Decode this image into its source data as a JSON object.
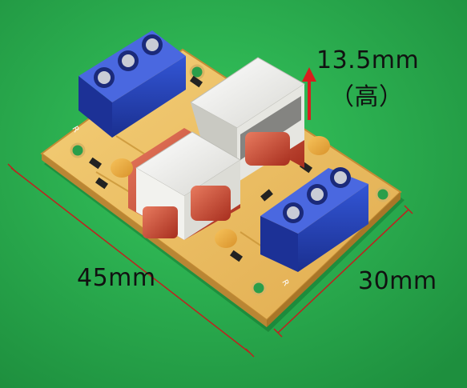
{
  "photo": {
    "subject": "audio isolation transformer board",
    "background_color": "#27b04e",
    "board_color": "#f0c76a",
    "terminal_color": "#1f3fb0",
    "transformer_color": "#f4f4f0",
    "core_color": "#c7452f"
  },
  "dimensions": {
    "height": "13.5mm",
    "height_note": "（高）",
    "length": "45mm",
    "width": "30mm"
  },
  "silkscreen": {
    "left_block_letter": "R",
    "right_block_letter": "R"
  }
}
